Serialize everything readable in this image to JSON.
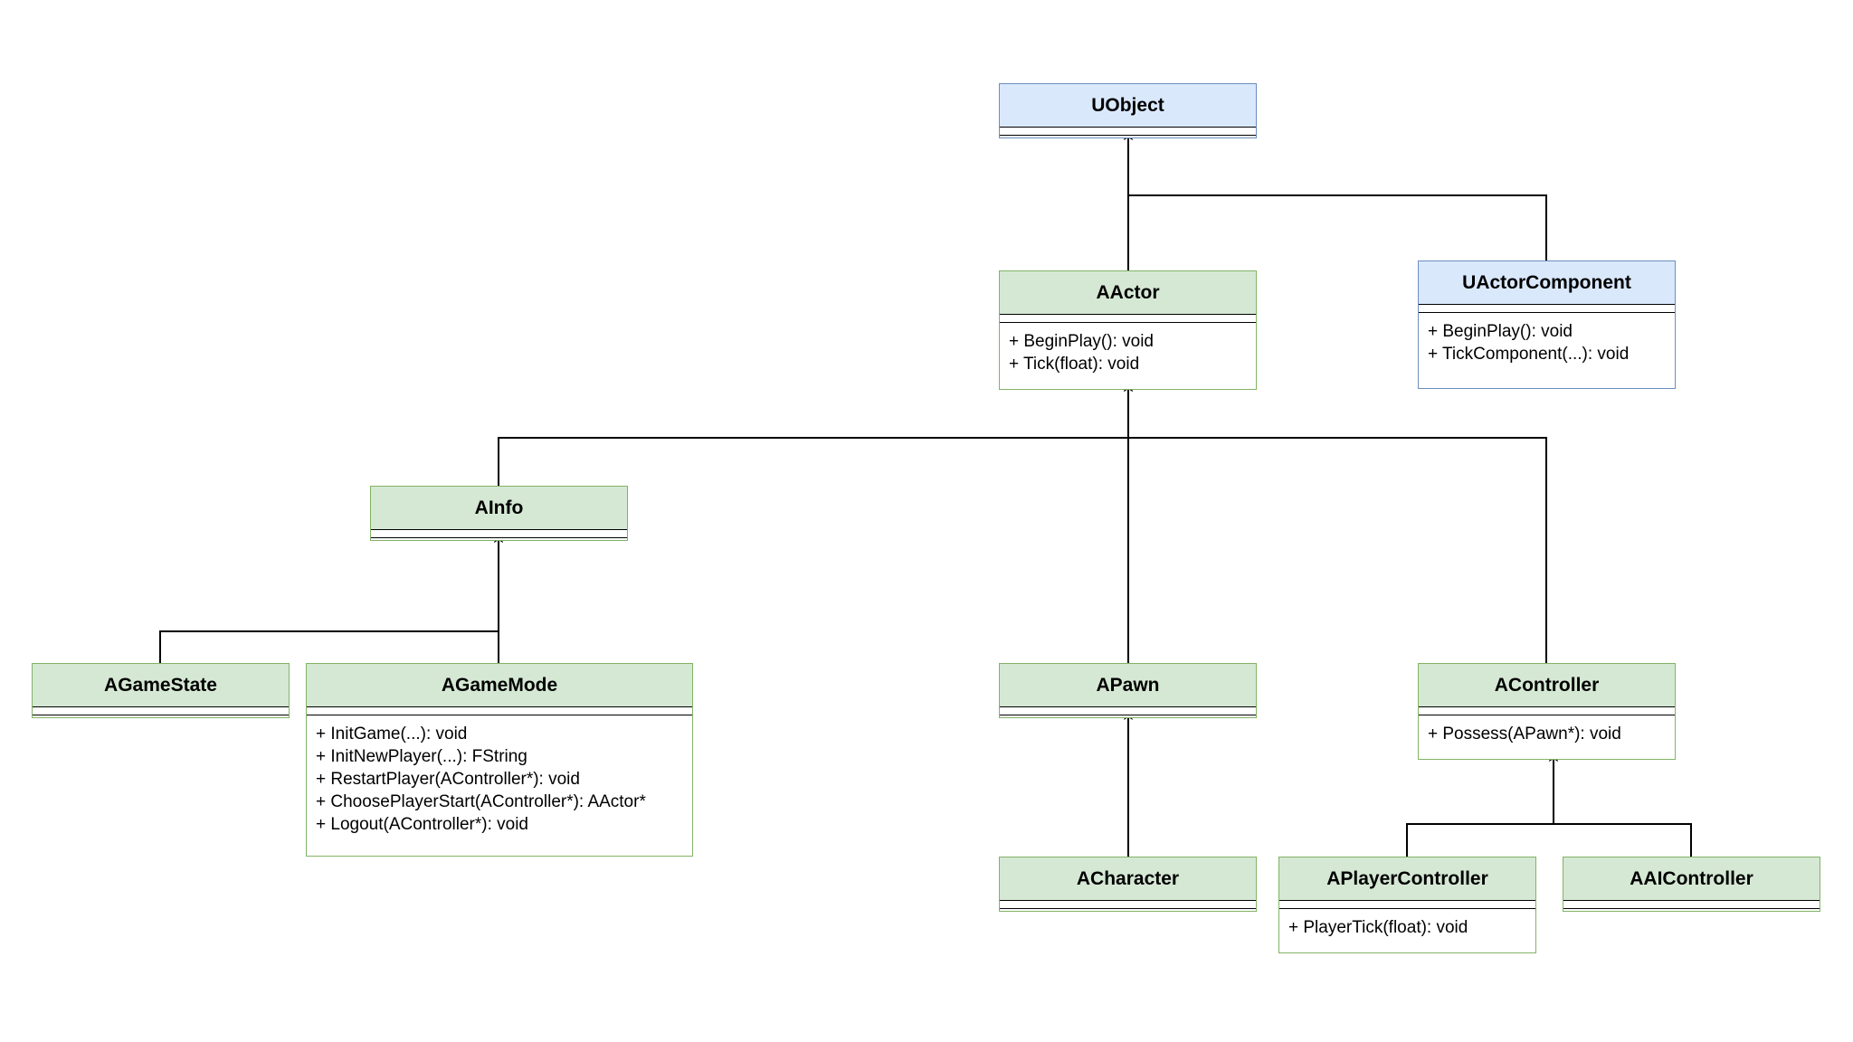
{
  "diagram": {
    "classes": [
      {
        "id": "UObject",
        "name": "UObject",
        "color": "#dae8fc",
        "operations": []
      },
      {
        "id": "UActorComponent",
        "name": "UActorComponent",
        "color": "#dae8fc",
        "operations": [
          "+ BeginPlay(): void",
          "+ TickComponent(...): void"
        ]
      },
      {
        "id": "AActor",
        "name": "AActor",
        "color": "#d5e8d4",
        "operations": [
          "+ BeginPlay(): void",
          "+ Tick(float): void"
        ]
      },
      {
        "id": "AInfo",
        "name": "AInfo",
        "color": "#d5e8d4",
        "operations": []
      },
      {
        "id": "AGameState",
        "name": "AGameState",
        "color": "#d5e8d4",
        "operations": []
      },
      {
        "id": "AGameMode",
        "name": "AGameMode",
        "color": "#d5e8d4",
        "operations": [
          "+ InitGame(...): void",
          "+ InitNewPlayer(...): FString",
          "+ RestartPlayer(AController*): void",
          "+ ChoosePlayerStart(AController*): AActor*",
          "+ Logout(AController*): void"
        ]
      },
      {
        "id": "APawn",
        "name": "APawn",
        "color": "#d5e8d4",
        "operations": []
      },
      {
        "id": "ACharacter",
        "name": "ACharacter",
        "color": "#d5e8d4",
        "operations": []
      },
      {
        "id": "AController",
        "name": "AController",
        "color": "#d5e8d4",
        "operations": [
          "+ Possess(APawn*): void"
        ]
      },
      {
        "id": "APlayerController",
        "name": "APlayerController",
        "color": "#d5e8d4",
        "operations": [
          "+ PlayerTick(float): void"
        ]
      },
      {
        "id": "AAIController",
        "name": "AAIController",
        "color": "#d5e8d4",
        "operations": []
      }
    ],
    "inheritance": [
      {
        "child": "AActor",
        "parent": "UObject"
      },
      {
        "child": "UActorComponent",
        "parent": "UObject"
      },
      {
        "child": "AInfo",
        "parent": "AActor"
      },
      {
        "child": "APawn",
        "parent": "AActor"
      },
      {
        "child": "AController",
        "parent": "AActor"
      },
      {
        "child": "AGameState",
        "parent": "AInfo"
      },
      {
        "child": "AGameMode",
        "parent": "AInfo"
      },
      {
        "child": "ACharacter",
        "parent": "APawn"
      },
      {
        "child": "APlayerController",
        "parent": "AController"
      },
      {
        "child": "AAIController",
        "parent": "AController"
      }
    ],
    "colors": {
      "green_fill": "#d5e8d4",
      "green_stroke": "#82b366",
      "blue_fill": "#dae8fc",
      "blue_stroke": "#6c8ebf",
      "line": "#000000"
    }
  }
}
